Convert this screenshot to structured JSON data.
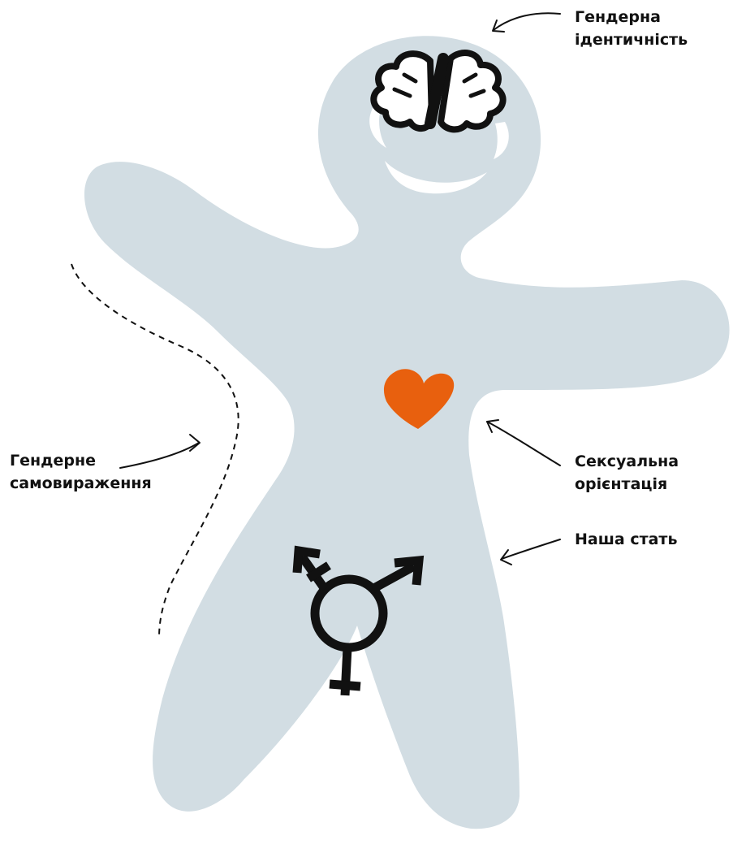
{
  "colors": {
    "body_fill": "#d2dde3",
    "heart": "#e8600e",
    "ink": "#111111",
    "background": "#ffffff"
  },
  "labels": {
    "gender_identity": [
      "Гендерна",
      "ідентичність"
    ],
    "gender_expression": [
      "Гендерне",
      "самовираження"
    ],
    "sexual_orientation": [
      "Сексуальна",
      "орієнтація"
    ],
    "sex": [
      "Наша стать"
    ]
  },
  "icons": {
    "head": "brain-icon",
    "chest": "heart-icon",
    "pelvis": "transgender-symbol-icon",
    "figure": "gingerbread-person"
  }
}
